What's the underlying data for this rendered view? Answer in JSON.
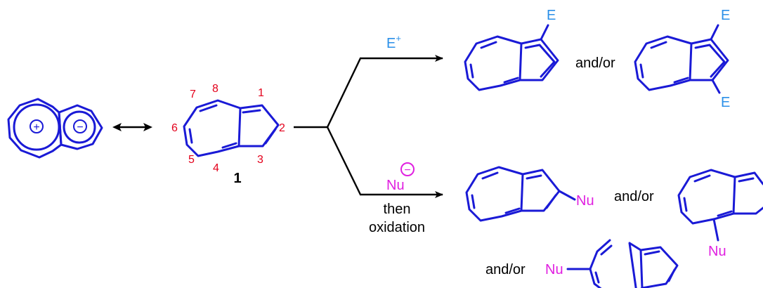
{
  "colors": {
    "bond": "#1a1ad6",
    "atom_number": "#e3001b",
    "electrophile": "#2a8fe8",
    "nucleophile": "#e020e0",
    "text": "#000000"
  },
  "resonance": {
    "plus_symbol": "+",
    "minus_symbol": "−"
  },
  "azulene": {
    "compound_number": "1",
    "positions": [
      "1",
      "2",
      "3",
      "4",
      "5",
      "6",
      "7",
      "8"
    ]
  },
  "upper_branch": {
    "reagent": "E",
    "reagent_charge": "+",
    "product_1_substituent": "E",
    "connector": "and/or",
    "product_2_substituent_top": "E",
    "product_2_substituent_bottom": "E"
  },
  "lower_branch": {
    "reagent": "Nu",
    "reagent_charge": "−",
    "condition_line_1": "then",
    "condition_line_2": "oxidation",
    "product_1_substituent": "Nu",
    "connector_1": "and/or",
    "product_2_substituent": "Nu",
    "connector_2": "and/or",
    "product_3_substituent": "Nu"
  }
}
